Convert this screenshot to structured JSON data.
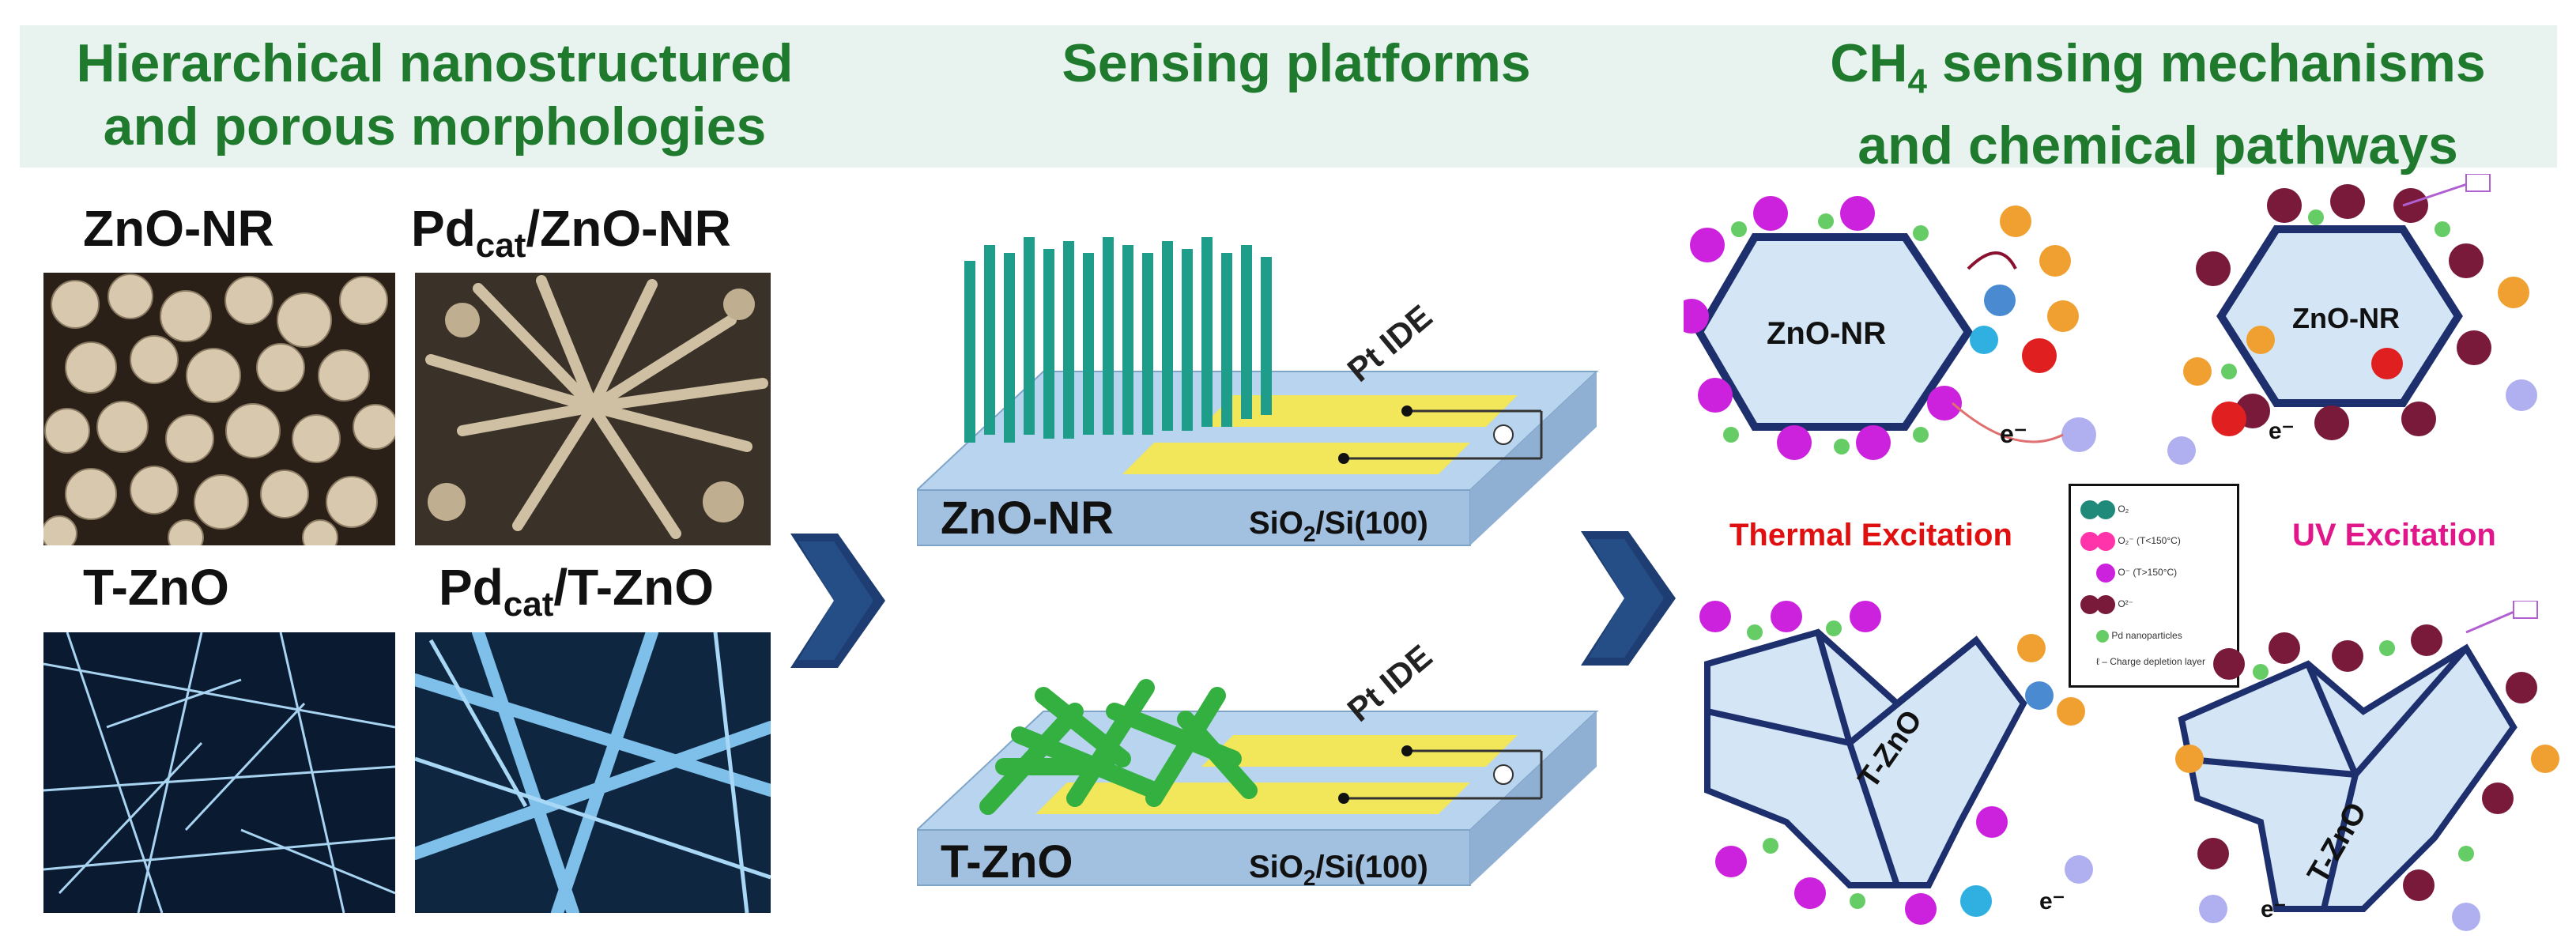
{
  "headers": {
    "left_line1": "Hierarchical nanostructured",
    "left_line2": "and porous morphologies",
    "middle": "Sensing platforms",
    "right_line1_pre": "CH",
    "right_line1_sub": "4",
    "right_line1_post": " sensing mechanisms",
    "right_line2": "and chemical pathways"
  },
  "morphologies": {
    "zno_nr": "ZnO-NR",
    "pd_zno_nr_pre": "Pd",
    "pd_zno_nr_sub": "cat",
    "pd_zno_nr_post": "/ZnO-NR",
    "t_zno": "T-ZnO",
    "pd_t_zno_pre": "Pd",
    "pd_t_zno_sub": "cat",
    "pd_t_zno_post": "/T-ZnO"
  },
  "platforms": {
    "top_label": "ZnO-NR",
    "bottom_label": "T-ZnO",
    "electrode": "Pt IDE",
    "substrate_pre": "SiO",
    "substrate_sub": "2",
    "substrate_post": "/Si(100)"
  },
  "mechanisms": {
    "thermal": "Thermal Excitation",
    "uv": "UV Excitation",
    "hex_label": "ZnO-NR",
    "tetra_label": "T-ZnO",
    "electron": "e⁻",
    "legend": [
      {
        "label": "O₂",
        "color": "#1f8a7a"
      },
      {
        "label": "O₂⁻ (T<150°C)",
        "color": "#ff33aa"
      },
      {
        "label": "O⁻ (T>150°C)",
        "color": "#cc22dd"
      },
      {
        "label": "O²⁻",
        "color": "#7a1a3a"
      },
      {
        "label": "Pd nanoparticles",
        "color": "#66cc66"
      },
      {
        "label": "ℓ – Charge depletion layer",
        "color": "#ffffff"
      }
    ]
  },
  "colors": {
    "header_text": "#1f7a2e",
    "header_band": "#e8f3f0",
    "chevron": "#1e3d73",
    "platform": "#a9c9e8",
    "nanorod": "#1e9e8a",
    "tetrapod": "#33b040",
    "electrode": "#f0e040"
  }
}
